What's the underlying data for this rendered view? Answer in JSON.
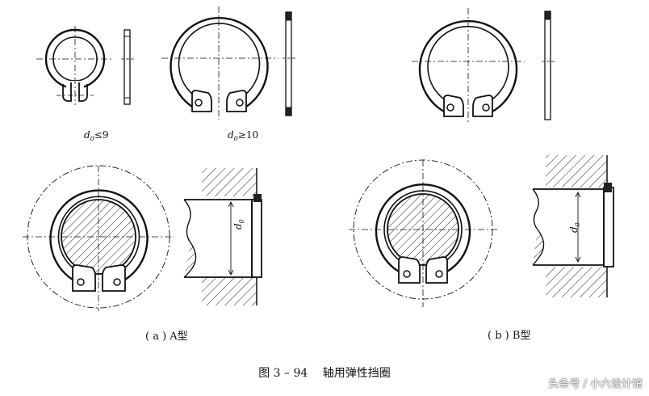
{
  "labels": {
    "d0_small": {
      "symbol": "d",
      "sub": "0",
      "rel": "≤9"
    },
    "d0_large": {
      "symbol": "d",
      "sub": "0",
      "rel": "≥10"
    },
    "d0_dim_a": {
      "symbol": "d",
      "sub": "0"
    },
    "d0_dim_b": {
      "symbol": "d",
      "sub": "0"
    }
  },
  "sub_captions": {
    "a": "( a ) A型",
    "b": "( b ) B型"
  },
  "caption": {
    "number": "图 3 – 94",
    "title": "轴用弹性挡圈"
  },
  "watermark": "头条号 / 小六设计馆"
}
